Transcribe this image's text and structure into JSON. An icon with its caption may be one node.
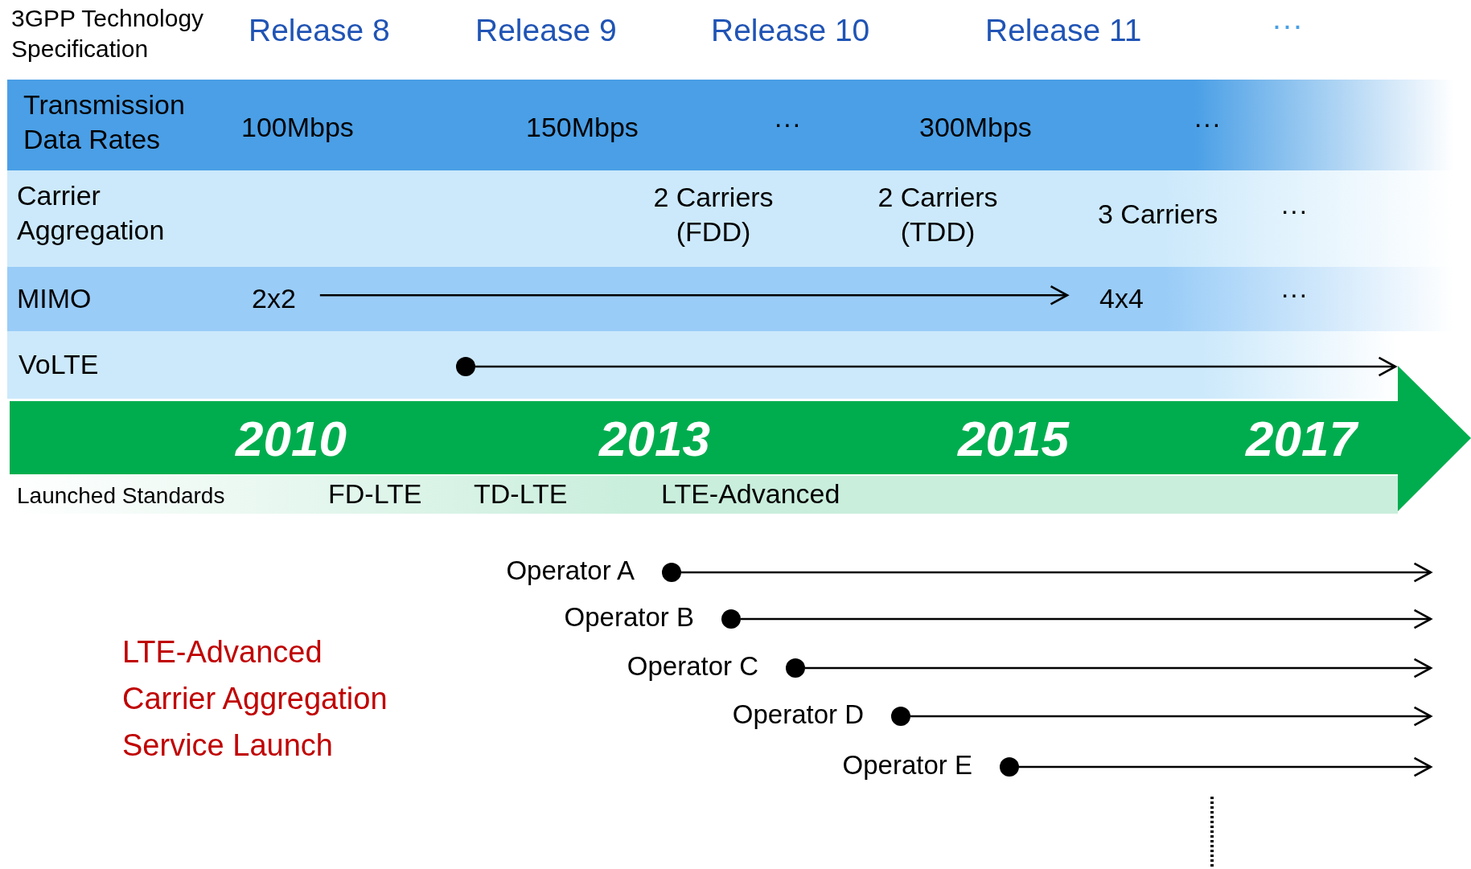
{
  "diagram": {
    "nodes": [
      {
        "text": [
          "Transmission Data Rates",
          "100Mbps",
          "150Mbps",
          "···",
          "300Mbps",
          "···"
        ]
      },
      {
        "text": [
          "Carrier Aggregation",
          "2 Carriers (FDD)",
          "2 Carriers (TDD)",
          "3 Carriers",
          "···"
        ]
      },
      {
        "text": [
          "MIMO",
          "···"
        ]
      },
      {
        "text": [
          "2x2"
        ],
        "in": 2
      },
      {
        "text": [
          "4x4"
        ],
        "in": 2
      },
      {
        "text": [
          "VoLTE"
        ]
      },
      {
        "text": [],
        "shape": "circle",
        "in": 5
      },
      {
        "text": [
          "2010",
          "2013",
          "2015",
          "2017"
        ]
      },
      {
        "text": [
          "Launched Standards",
          "FD-LTE",
          "TD-LTE",
          "LTE-Advanced"
        ]
      },
      {
        "text": [],
        "shape": "circle",
        "beside": [
          "Operator A"
        ]
      },
      {
        "text": [],
        "shape": "circle",
        "beside": [
          "Operator B"
        ]
      },
      {
        "text": [],
        "shape": "circle",
        "beside": [
          "Operator C"
        ]
      },
      {
        "text": [],
        "shape": "circle",
        "beside": [
          "Operator D"
        ]
      },
      {
        "text": [],
        "shape": "circle",
        "beside": [
          "Operator E"
        ]
      }
    ],
    "edges": [
      {
        "from": 3,
        "to": 4,
        "arrow": "to"
      },
      {
        "from": 6,
        "to": null,
        "arrow": "to"
      },
      {
        "from": 9,
        "to": null,
        "arrow": "to"
      },
      {
        "from": 10,
        "to": null,
        "arrow": "to"
      },
      {
        "from": 11,
        "to": null,
        "arrow": "to"
      },
      {
        "from": 12,
        "to": null,
        "arrow": "to"
      },
      {
        "from": 13,
        "to": null,
        "arrow": "to"
      }
    ],
    "labels": [
      "3GPP Technology Specification",
      "Release 8",
      "Release 9",
      "Release 10",
      "Release 11",
      "···",
      "LTE-Advanced Carrier Aggregation Service Launch"
    ]
  }
}
